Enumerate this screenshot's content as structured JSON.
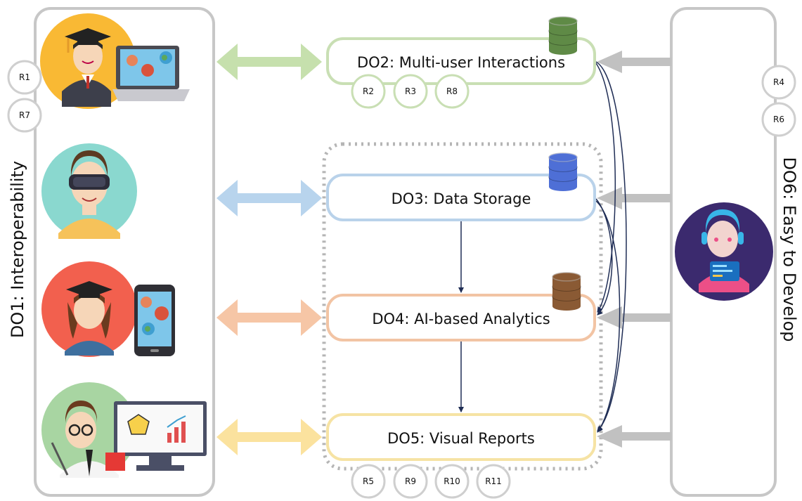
{
  "left_panel": {
    "title": "DO1: Interoperability",
    "requirements": [
      "R1",
      "R7"
    ]
  },
  "right_panel": {
    "title": "DO6: Easy to Develop",
    "requirements": [
      "R4",
      "R6"
    ]
  },
  "objectives": [
    {
      "label": "DO2: Multi-user Interactions",
      "requirements": [
        "R2",
        "R3",
        "R8"
      ],
      "color": "#c9dfb4",
      "db_color": "#5f8a46"
    },
    {
      "label": "DO3: Data Storage",
      "requirements": [],
      "color": "#b9d2ea",
      "db_color": "#4e6fd6"
    },
    {
      "label": "DO4: AI-based Analytics",
      "requirements": [],
      "color": "#f2c4a4",
      "db_color": "#8a5a34"
    },
    {
      "label": "DO5: Visual Reports",
      "requirements": [],
      "color": "#f6e3a4",
      "db_color": ""
    }
  ],
  "group_requirements": [
    "R5",
    "R9",
    "R10",
    "R11"
  ],
  "arrow_colors": [
    "#c6e0ad",
    "#b8d4ed",
    "#f6c6a6",
    "#fbe29e"
  ],
  "users": [
    {
      "icon": "graduate-laptop-icon",
      "bg": "#f9b934"
    },
    {
      "icon": "vr-headset-user-icon",
      "bg": "#8ad8cf"
    },
    {
      "icon": "student-phone-icon",
      "bg": "#f2604e"
    },
    {
      "icon": "teacher-dashboard-icon",
      "bg": "#a8d5a2"
    }
  ],
  "developer": {
    "icon": "developer-icon",
    "bg": "#3b2a6e"
  }
}
